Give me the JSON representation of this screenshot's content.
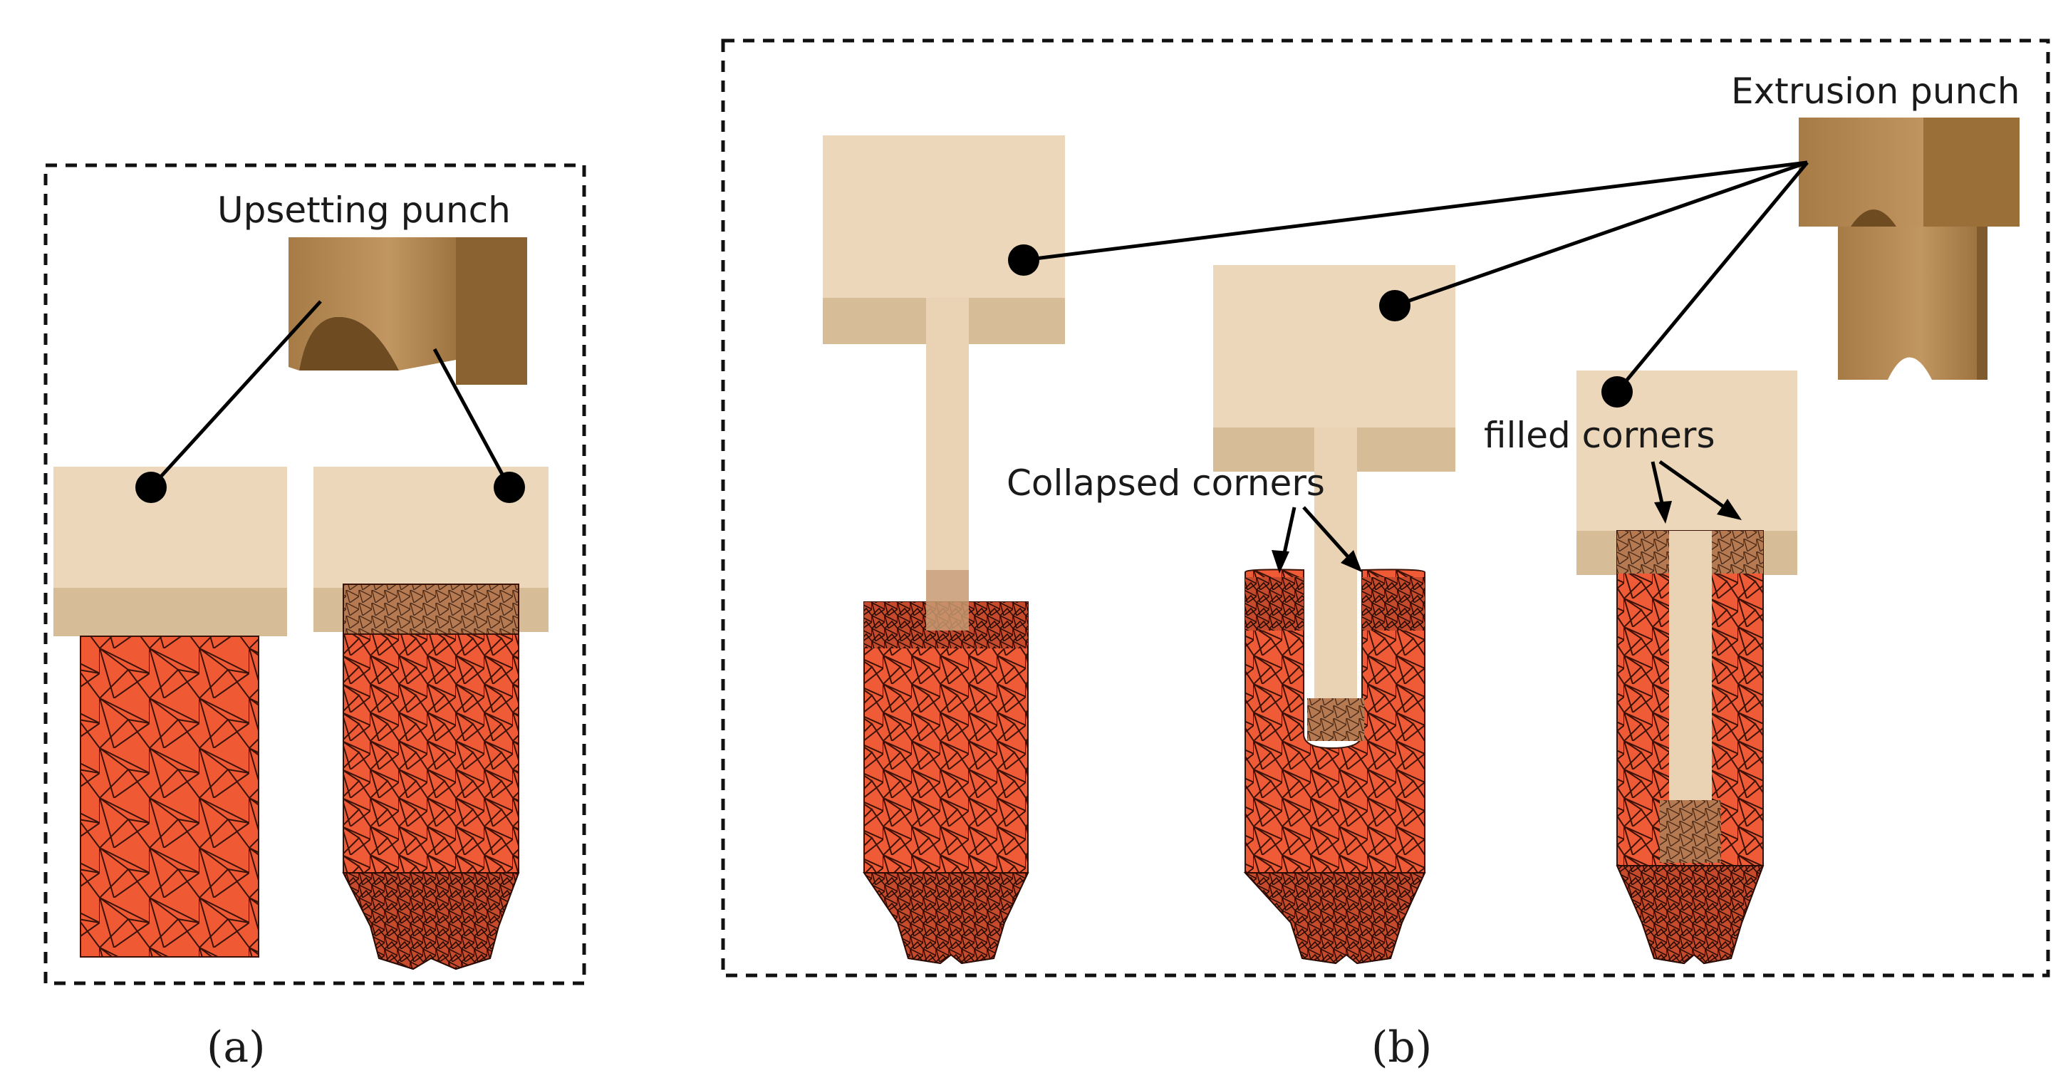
{
  "panel_a": {
    "caption": "(a)",
    "punch_label": "Upsetting punch"
  },
  "panel_b": {
    "caption": "(b)",
    "punch_label": "Extrusion punch",
    "collapsed_label": "Collapsed corners",
    "filled_label": "filled corners"
  },
  "colors": {
    "billet": "#ef5a35",
    "mesh": "#3a1208",
    "die": "#ecd7bb",
    "die_band": "#d7bd97",
    "punch": "#b88a52",
    "punch_dark": "#8a6232"
  }
}
